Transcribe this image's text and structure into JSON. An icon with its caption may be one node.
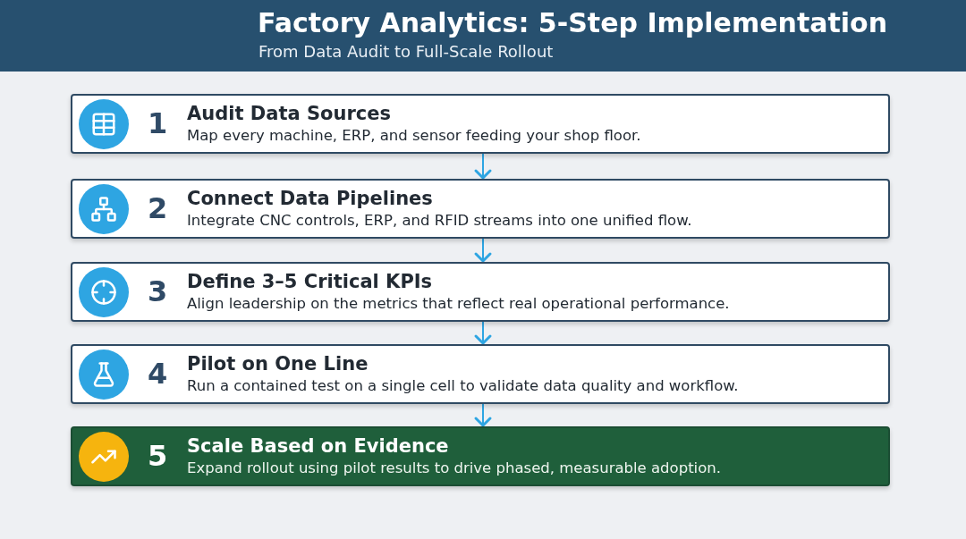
{
  "diagram": {
    "title": "Factory Analytics: 5-Step Implementation",
    "nodes": [
      {
        "text": [
          "1",
          "Audit Data Sources",
          "Map every machine, ERP, and sensor feeding your shop floor."
        ]
      },
      {
        "text": [
          "2",
          "Connect Data Pipelines",
          "Integrate CNC controls, ERP, and RFID streams into one unified flow."
        ]
      },
      {
        "text": [
          "3",
          "Define 3–5 Critical KPIs",
          "Align leadership on the metrics that reflect real operational performance."
        ]
      },
      {
        "text": [
          "4",
          "Pilot on One Line",
          "Run a contained test on a single cell to validate data quality and workflow."
        ]
      },
      {
        "text": [
          "5",
          "Scale Based on Evidence",
          "Expand rollout using pilot results to drive phased, measurable adoption."
        ]
      }
    ],
    "edges": [
      {
        "from": 0,
        "to": 1,
        "arrow": "to"
      },
      {
        "from": 1,
        "to": 2,
        "arrow": "to"
      },
      {
        "from": 2,
        "to": 3,
        "arrow": "to"
      },
      {
        "from": 3,
        "to": 4,
        "arrow": "to"
      }
    ],
    "labels": [
      "From Data Audit to Full-Scale Rollout"
    ]
  }
}
